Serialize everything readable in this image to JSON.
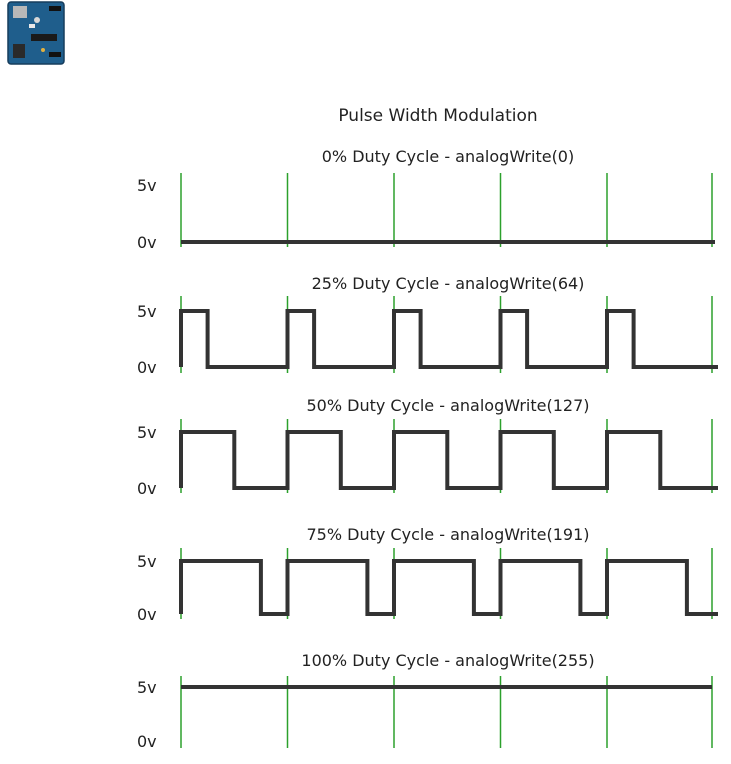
{
  "figure": {
    "title": "Pulse Width Modulation",
    "board_icon": "arduino-board-icon",
    "colors": {
      "wave": "#333333",
      "period_marker": "#2ca02c",
      "background": "#ffffff"
    }
  },
  "voltage_labels": {
    "high": "5v",
    "low": "0v"
  },
  "panels": [
    {
      "label": "0% Duty Cycle - analogWrite(0)",
      "duty": 0.0
    },
    {
      "label": "25% Duty Cycle - analogWrite(64)",
      "duty": 0.25
    },
    {
      "label": "50% Duty Cycle - analogWrite(127)",
      "duty": 0.5
    },
    {
      "label": "75% Duty Cycle - analogWrite(191)",
      "duty": 0.75
    },
    {
      "label": "100% Duty Cycle - analogWrite(255)",
      "duty": 1.0
    }
  ],
  "periods_shown": 5
}
